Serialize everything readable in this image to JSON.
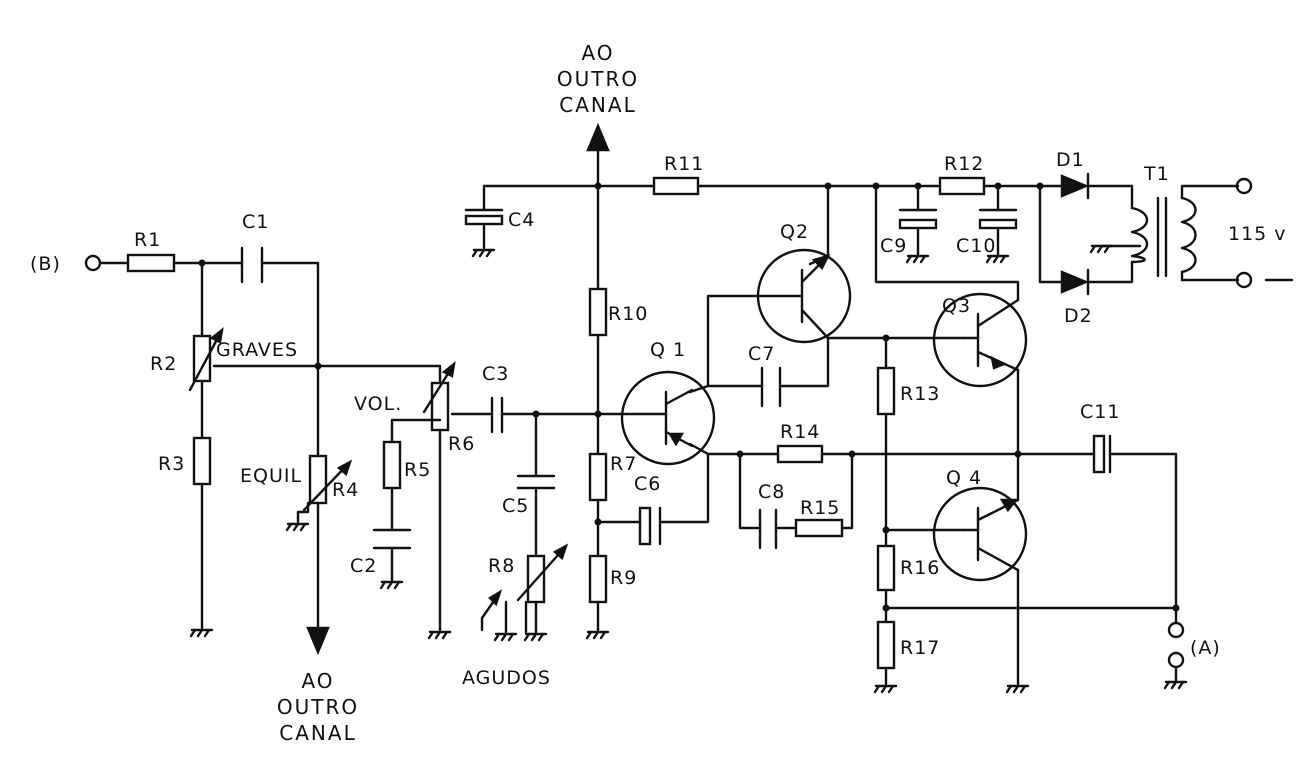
{
  "labels": {
    "ao_outro_canal_top": [
      "AO",
      "OUTRO",
      "CANAL"
    ],
    "ao_outro_canal_bottom": [
      "AO",
      "OUTRO",
      "CANAL"
    ],
    "input_b": "(B)",
    "output_a": "(A)",
    "graves": "GRAVES",
    "vol": "VOL.",
    "equil": "EQUIL",
    "agudos": "AGUDOS",
    "voltage": "115 v"
  },
  "components": {
    "R1": "R1",
    "R2": "R2",
    "R3": "R3",
    "R4": "R4",
    "R5": "R5",
    "R6": "R6",
    "R7": "R7",
    "R8": "R8",
    "R9": "R9",
    "R10": "R10",
    "R11": "R11",
    "R12": "R12",
    "R13": "R13",
    "R14": "R14",
    "R15": "R15",
    "R16": "R16",
    "R17": "R17",
    "C1": "C1",
    "C2": "C2",
    "C3": "C3",
    "C4": "C4",
    "C5": "C5",
    "C6": "C6",
    "C7": "C7",
    "C8": "C8",
    "C9": "C9",
    "C10": "C10",
    "C11": "C11",
    "Q1": "Q 1",
    "Q2": "Q2",
    "Q3": "Q3",
    "Q4": "Q 4",
    "D1": "D1",
    "D2": "D2",
    "T1": "T1"
  }
}
